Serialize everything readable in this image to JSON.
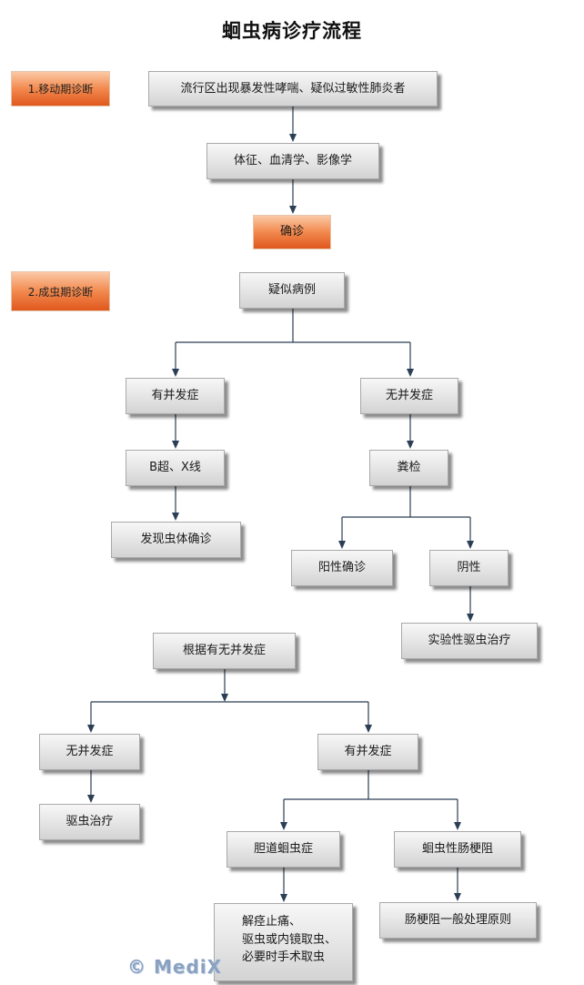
{
  "title": "蛔虫病诊疗流程",
  "stages": [
    {
      "id": "stage-1",
      "label": "1.移动期诊断"
    },
    {
      "id": "stage-2",
      "label": "2.成虫期诊断"
    }
  ],
  "nodes": [
    {
      "id": "n1",
      "label": "流行区出现暴发性哮喘、疑似过敏性肺炎者"
    },
    {
      "id": "n2",
      "label": "体征、血清学、影像学"
    },
    {
      "id": "n3",
      "label": "确诊"
    },
    {
      "id": "n4",
      "label": "疑似病例"
    },
    {
      "id": "n5",
      "label": "有并发症"
    },
    {
      "id": "n6",
      "label": "无并发症"
    },
    {
      "id": "n7",
      "label": "B超、X线"
    },
    {
      "id": "n8",
      "label": "粪检"
    },
    {
      "id": "n9",
      "label": "发现虫体确诊"
    },
    {
      "id": "n10",
      "label": "阳性确诊"
    },
    {
      "id": "n11",
      "label": "阴性"
    },
    {
      "id": "n12",
      "label": "实验性驱虫治疗"
    },
    {
      "id": "n13",
      "label": "根据有无并发症"
    },
    {
      "id": "n14",
      "label": "无并发症"
    },
    {
      "id": "n15",
      "label": "有并发症"
    },
    {
      "id": "n16",
      "label": "驱虫治疗"
    },
    {
      "id": "n17",
      "label": "胆道蛔虫症"
    },
    {
      "id": "n18",
      "label": "蛔虫性肠梗阻"
    },
    {
      "id": "n19",
      "label": "解痉止痛、\n驱虫或内镜取虫、\n必要时手术取虫"
    },
    {
      "id": "n20",
      "label": "肠梗阻一般处理原则"
    }
  ],
  "edges": [
    {
      "from": "n1",
      "to": "n2"
    },
    {
      "from": "n2",
      "to": "n3"
    },
    {
      "from": "n4",
      "to": "n5"
    },
    {
      "from": "n4",
      "to": "n6"
    },
    {
      "from": "n5",
      "to": "n7"
    },
    {
      "from": "n7",
      "to": "n9"
    },
    {
      "from": "n6",
      "to": "n8"
    },
    {
      "from": "n8",
      "to": "n10"
    },
    {
      "from": "n8",
      "to": "n11"
    },
    {
      "from": "n11",
      "to": "n12"
    },
    {
      "from": "n13",
      "to": "n14"
    },
    {
      "from": "n13",
      "to": "n15"
    },
    {
      "from": "n14",
      "to": "n16"
    },
    {
      "from": "n15",
      "to": "n17"
    },
    {
      "from": "n15",
      "to": "n18"
    },
    {
      "from": "n17",
      "to": "n19"
    },
    {
      "from": "n18",
      "to": "n20"
    }
  ],
  "watermark": "© MediX"
}
